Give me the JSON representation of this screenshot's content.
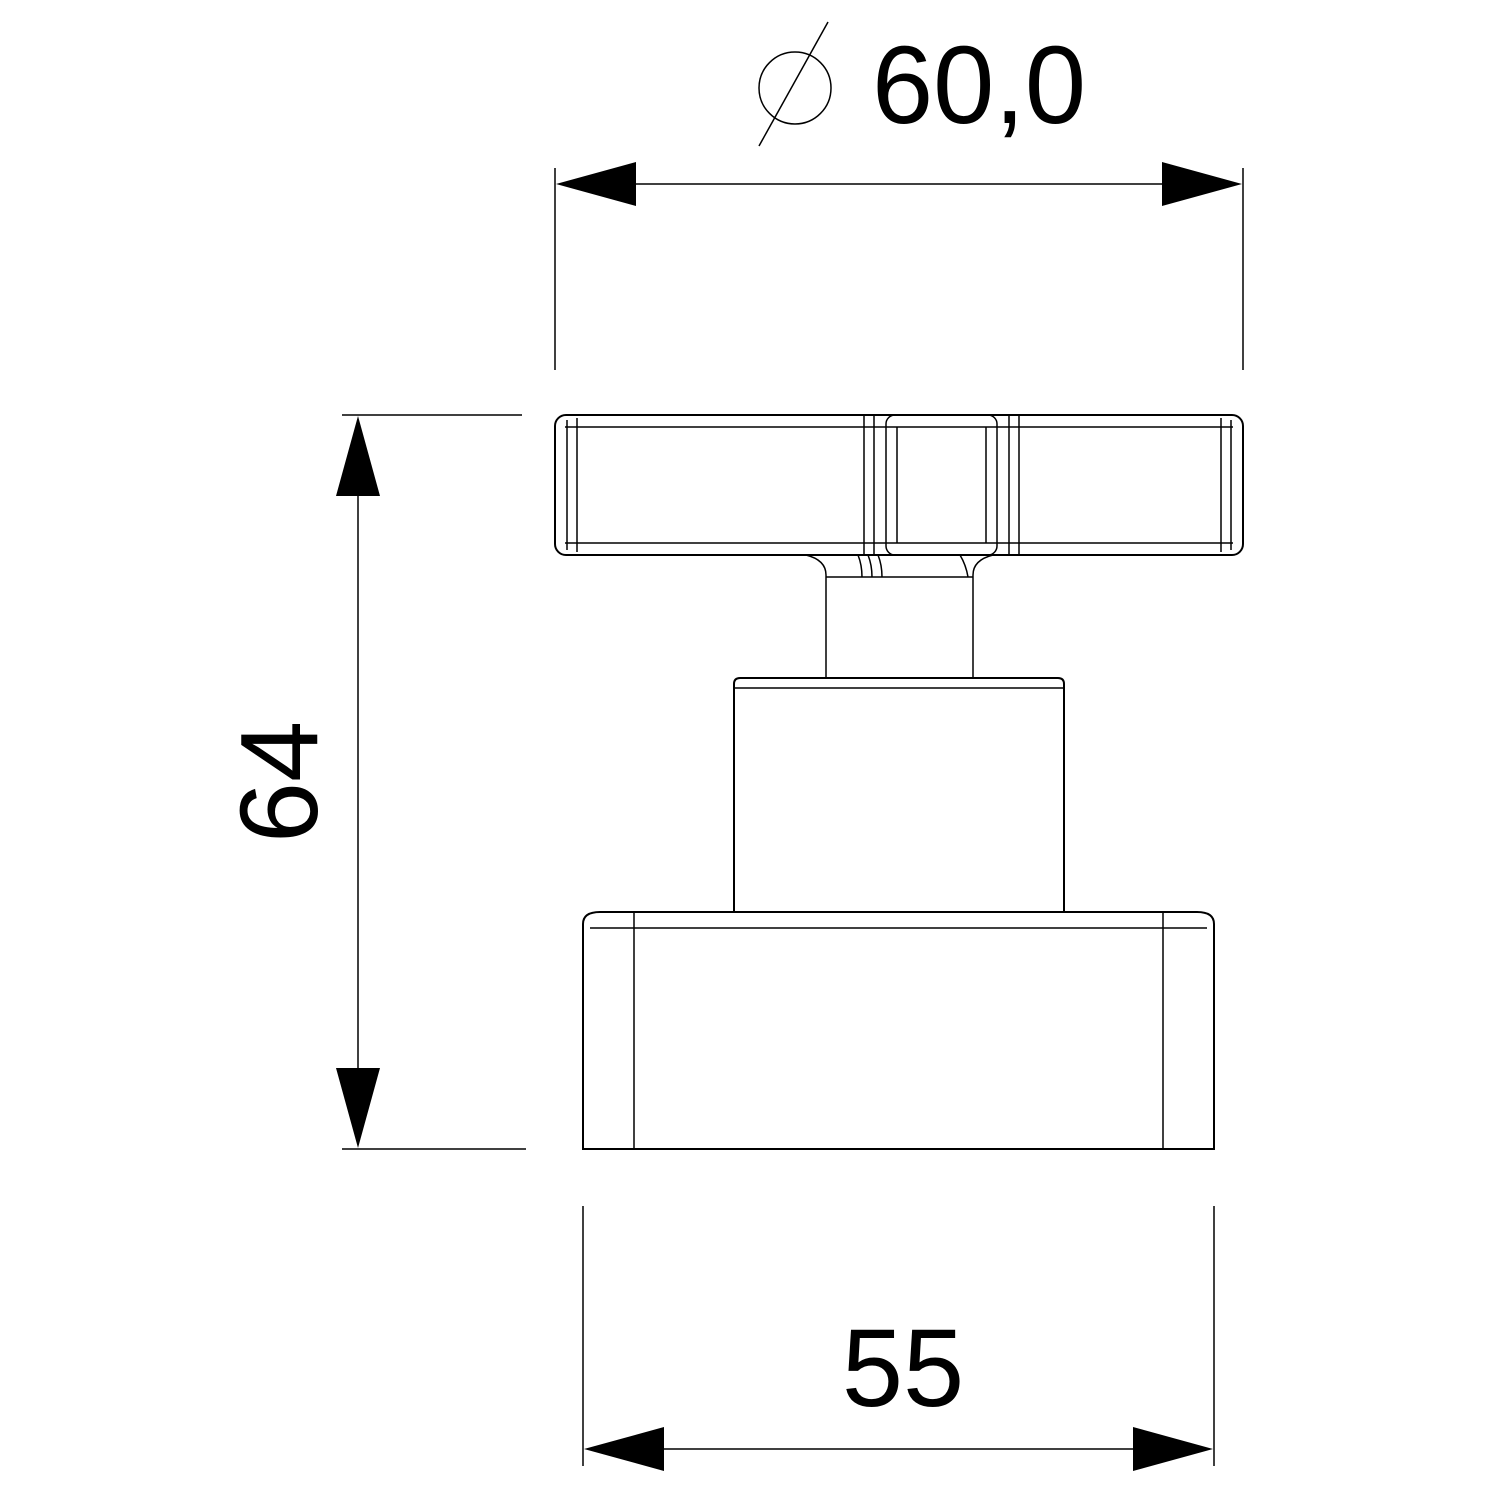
{
  "dimensions": {
    "diameter_symbol": "⌀",
    "diameter_value": "60,0",
    "height_value": "64",
    "base_width_value": "55"
  },
  "colors": {
    "line": "#000000",
    "background": "#ffffff"
  }
}
